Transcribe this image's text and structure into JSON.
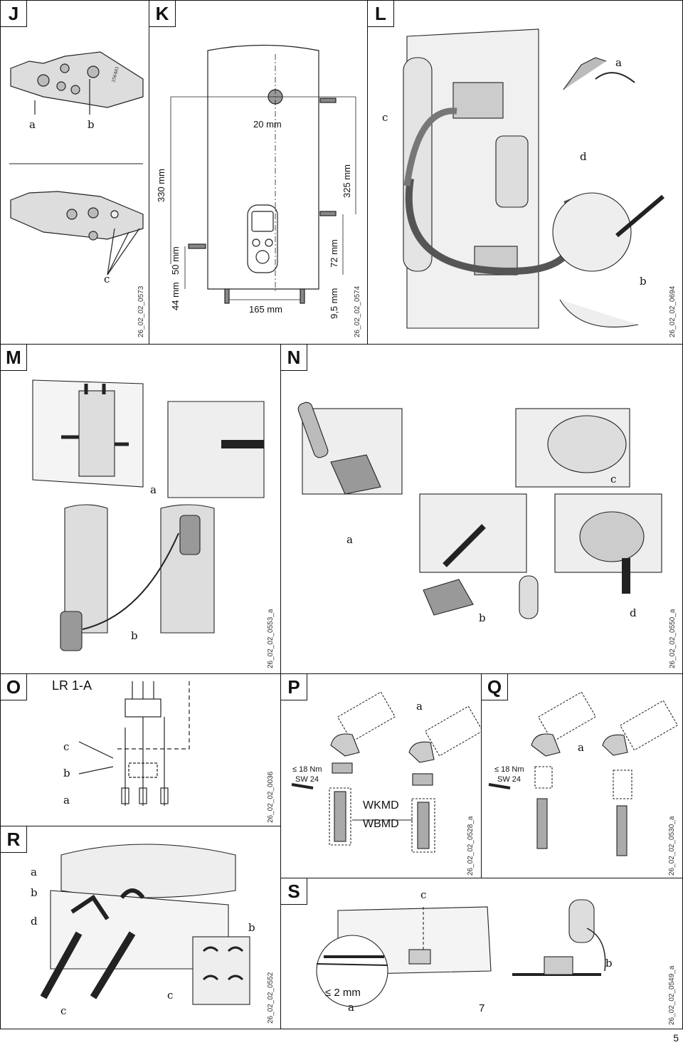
{
  "page_number": "5",
  "panels": {
    "J": {
      "tag": "J",
      "code": "26_02_02_0573",
      "labels": {
        "a": "a",
        "b": "b",
        "c": "c"
      },
      "plate_text": "256481"
    },
    "K": {
      "tag": "K",
      "code": "26_02_02_0574",
      "dims": {
        "d330": "330 mm",
        "d20": "20 mm",
        "d325": "325 mm",
        "d50": "50 mm",
        "d44": "44 mm",
        "d72": "72 mm",
        "d95": "9,5 mm",
        "d165": "165 mm"
      }
    },
    "L": {
      "tag": "L",
      "code": "26_02_02_0694",
      "labels": {
        "a": "a",
        "b": "b",
        "c": "c",
        "d": "d"
      }
    },
    "M": {
      "tag": "M",
      "code": "26_02_02_0553_a",
      "labels": {
        "a": "a",
        "b": "b"
      }
    },
    "N": {
      "tag": "N",
      "code": "26_02_02_0550_a",
      "labels": {
        "a": "a",
        "b": "b",
        "c": "c",
        "d": "d"
      }
    },
    "O": {
      "tag": "O",
      "code": "26_02_02_0036",
      "title": "LR 1-A",
      "labels": {
        "a": "a",
        "b": "b",
        "c": "c"
      }
    },
    "P": {
      "tag": "P",
      "code": "26_02_02_0528_a",
      "torque": "≤ 18 Nm",
      "sw": "SW 24",
      "wkmd": "WKMD",
      "wbmd": "WBMD",
      "labels": {
        "a": "a"
      }
    },
    "Q": {
      "tag": "Q",
      "code": "26_02_02_0530_a",
      "torque": "≤ 18 Nm",
      "sw": "SW 24",
      "labels": {
        "a": "a"
      }
    },
    "R": {
      "tag": "R",
      "code": "26_02_02_0552",
      "labels": {
        "a": "a",
        "b": "b",
        "b2": "b",
        "c": "c",
        "c2": "c",
        "d": "d"
      }
    },
    "S": {
      "tag": "S",
      "code": "26_02_02_0549_a",
      "dim": "≤ 2 mm",
      "num": "7",
      "labels": {
        "a": "a",
        "b": "b",
        "c": "c"
      }
    }
  }
}
